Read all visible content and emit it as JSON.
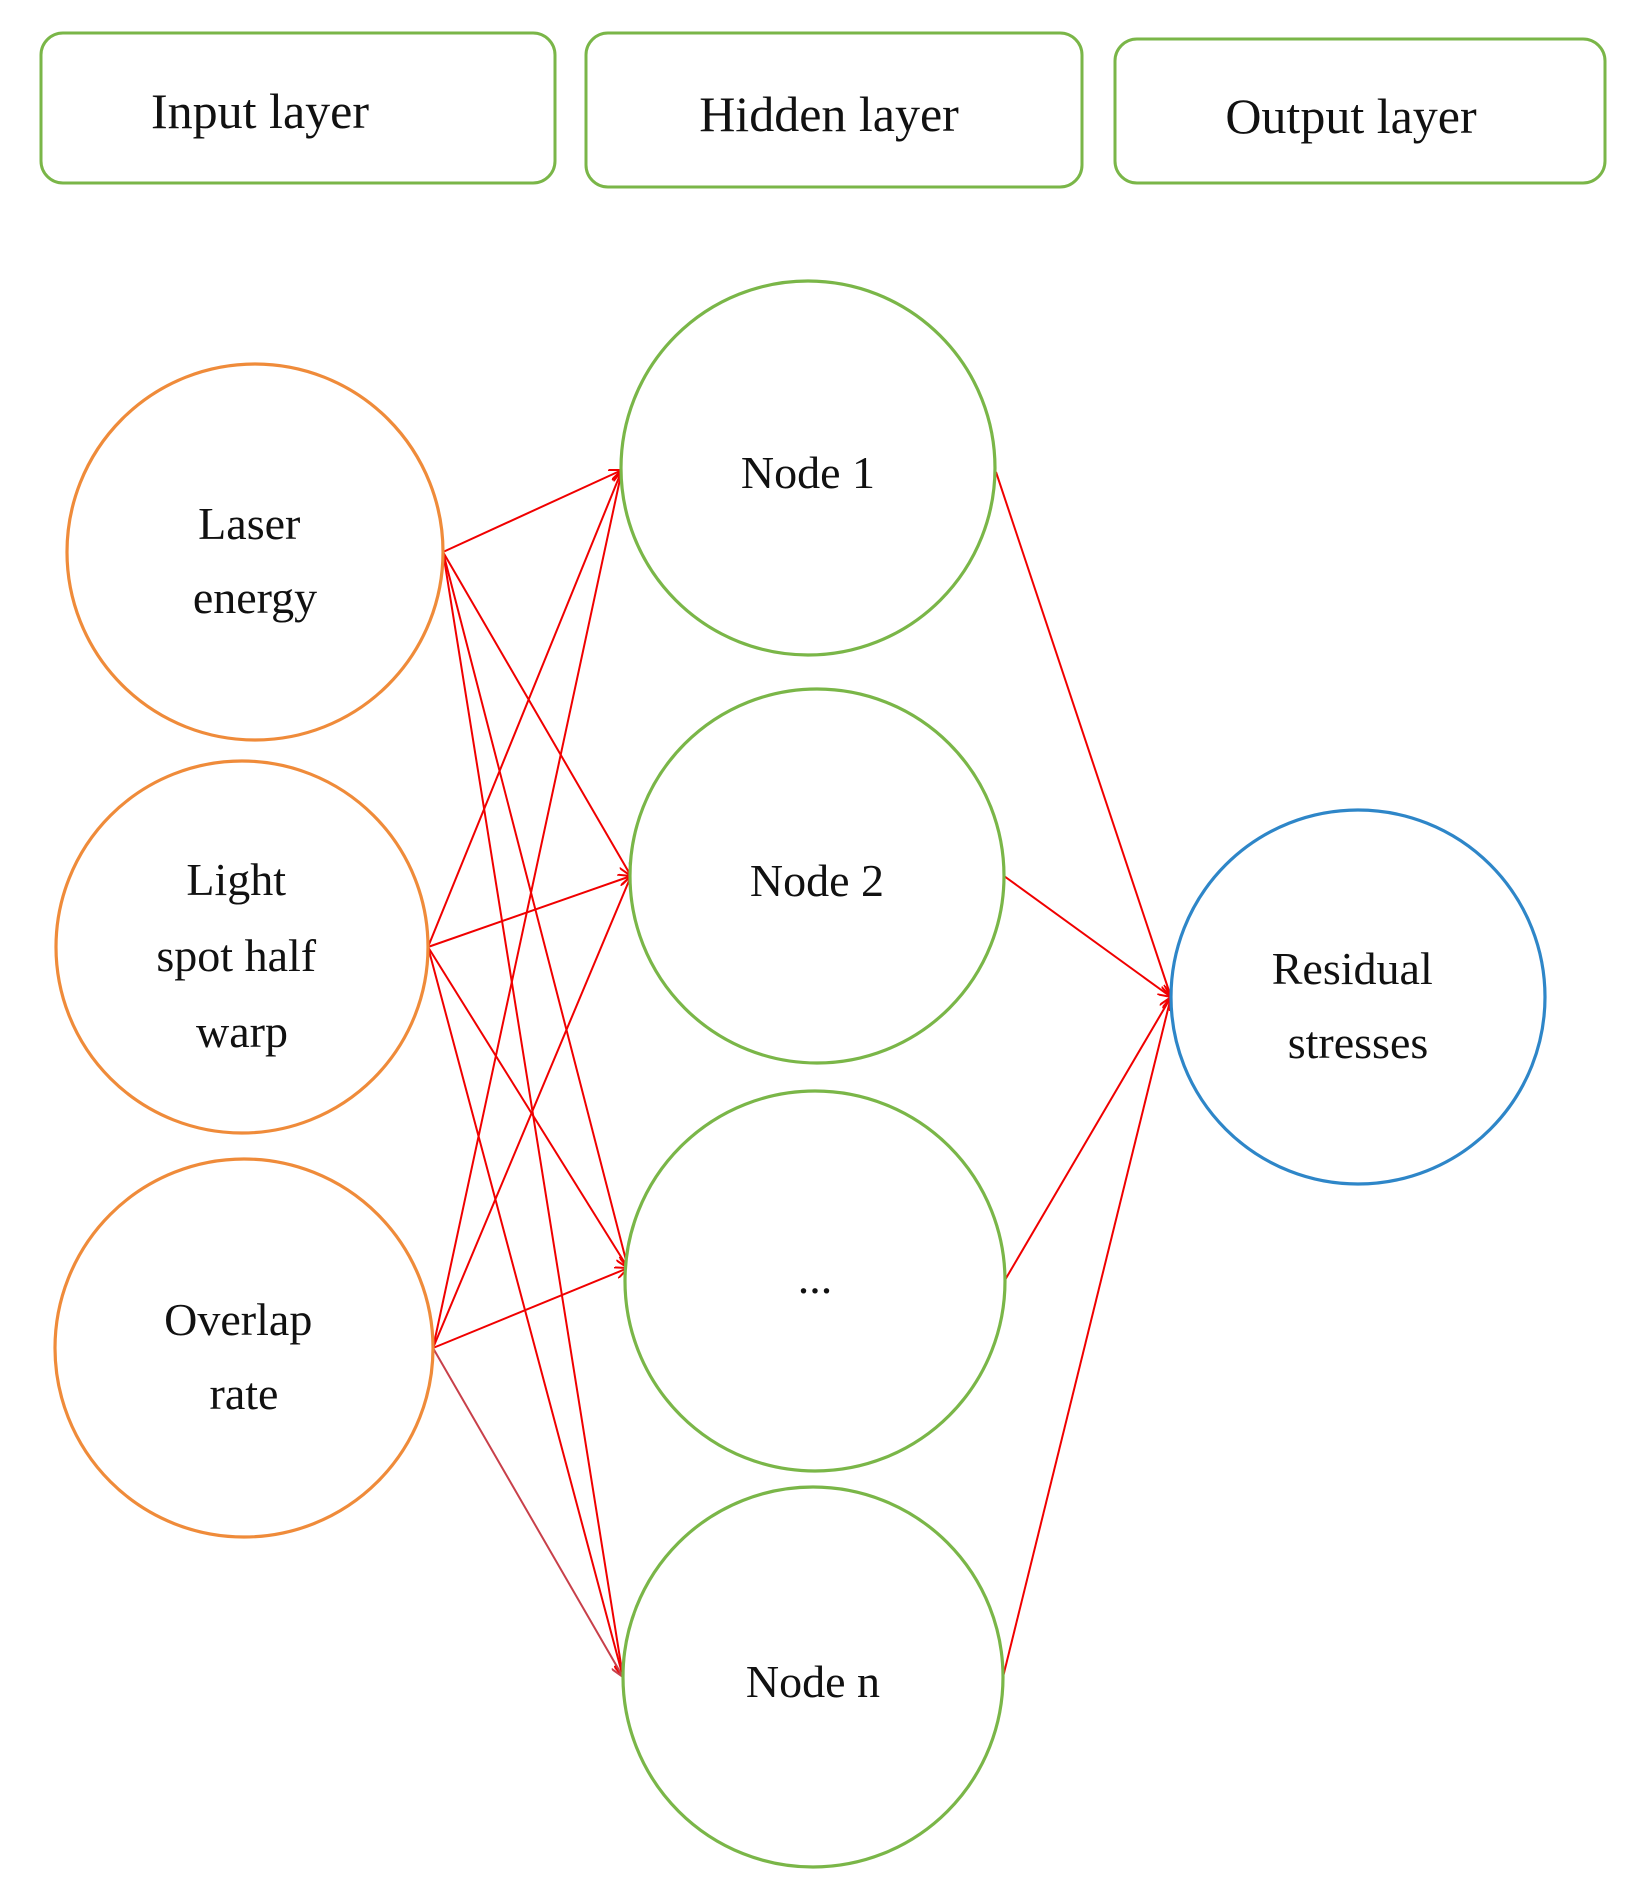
{
  "colors": {
    "header_border": "#7ab648",
    "input_node": "#ef8b3a",
    "hidden_node": "#7ab648",
    "output_node": "#2e86c8",
    "edge": "#f00000",
    "edge_faded": "#c8404a"
  },
  "headers": [
    {
      "id": "input",
      "label": "Input layer"
    },
    {
      "id": "hidden",
      "label": "Hidden layer"
    },
    {
      "id": "output",
      "label": "Output layer"
    }
  ],
  "input_nodes": [
    {
      "id": "laser-energy",
      "lines": [
        "Laser",
        "energy"
      ]
    },
    {
      "id": "light-spot-half-warp",
      "lines": [
        "Light",
        "spot half",
        "warp"
      ]
    },
    {
      "id": "overlap-rate",
      "lines": [
        "Overlap",
        "rate"
      ]
    }
  ],
  "hidden_nodes": [
    {
      "id": "node-1",
      "lines": [
        "Node 1"
      ]
    },
    {
      "id": "node-2",
      "lines": [
        "Node 2"
      ]
    },
    {
      "id": "node-ellipsis",
      "lines": [
        "..."
      ]
    },
    {
      "id": "node-n",
      "lines": [
        "Node n"
      ]
    }
  ],
  "output_nodes": [
    {
      "id": "residual-stresses",
      "lines": [
        "Residual",
        "stresses"
      ]
    }
  ],
  "connections": [
    {
      "from": "laser-energy",
      "to": "node-1"
    },
    {
      "from": "laser-energy",
      "to": "node-2"
    },
    {
      "from": "laser-energy",
      "to": "node-ellipsis"
    },
    {
      "from": "laser-energy",
      "to": "node-n"
    },
    {
      "from": "light-spot-half-warp",
      "to": "node-1"
    },
    {
      "from": "light-spot-half-warp",
      "to": "node-2"
    },
    {
      "from": "light-spot-half-warp",
      "to": "node-ellipsis"
    },
    {
      "from": "light-spot-half-warp",
      "to": "node-n"
    },
    {
      "from": "overlap-rate",
      "to": "node-1"
    },
    {
      "from": "overlap-rate",
      "to": "node-2"
    },
    {
      "from": "overlap-rate",
      "to": "node-ellipsis"
    },
    {
      "from": "overlap-rate",
      "to": "node-n",
      "faded": true
    },
    {
      "from": "node-1",
      "to": "residual-stresses"
    },
    {
      "from": "node-2",
      "to": "residual-stresses"
    },
    {
      "from": "node-ellipsis",
      "to": "residual-stresses"
    },
    {
      "from": "node-n",
      "to": "residual-stresses"
    }
  ]
}
